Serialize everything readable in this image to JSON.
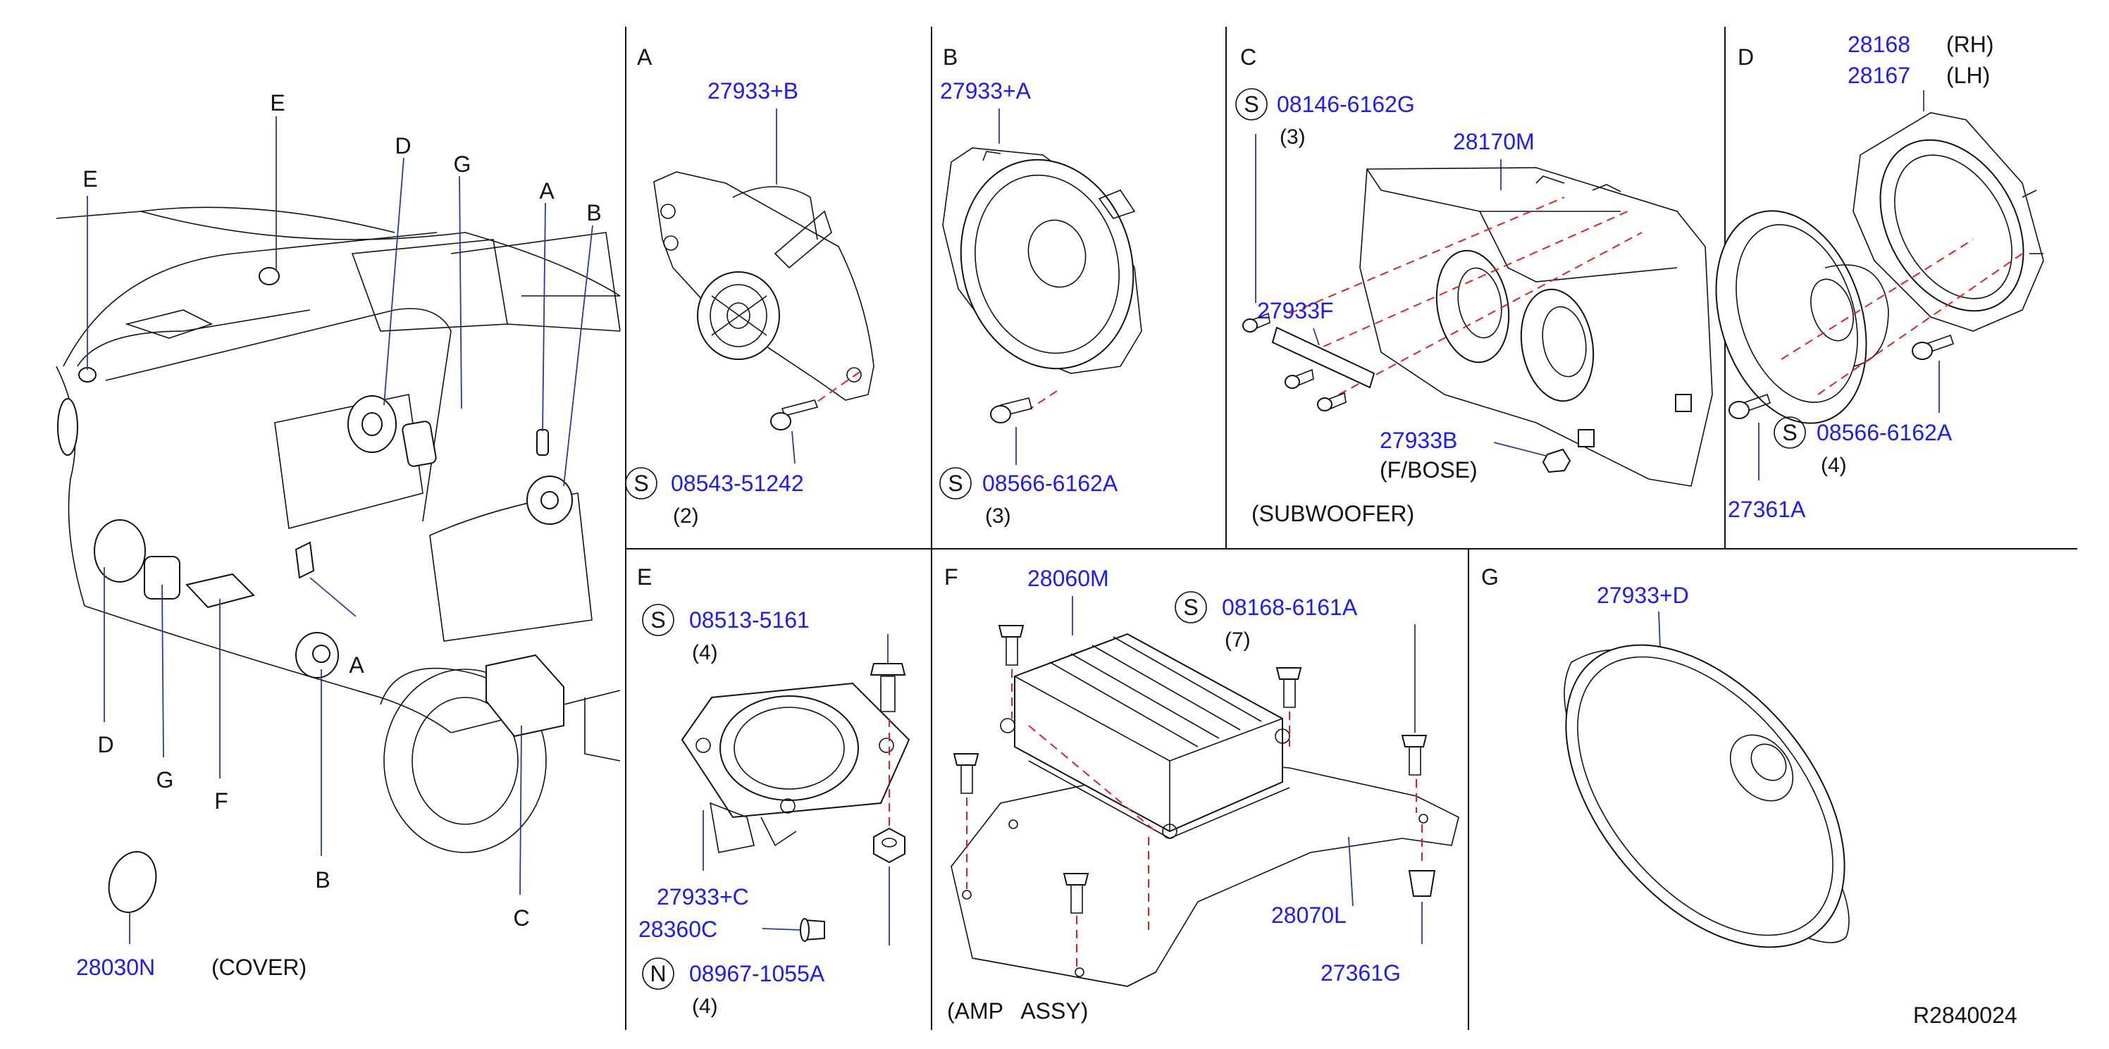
{
  "diagram_id": "R2840024",
  "cover_label": "(COVER)",
  "car_callouts": {
    "e_left": "E",
    "e_top": "E",
    "d_top": "D",
    "g_top": "G",
    "a_top": "A",
    "b_top": "B",
    "a_mid": "A",
    "d_bottom": "D",
    "g_bottom": "G",
    "f_bottom": "F",
    "b_bottom": "B",
    "c_bottom": "C",
    "cover_part": "28030N"
  },
  "sections": {
    "A": {
      "letter": "A",
      "part_top": "27933+B",
      "screw_symbol": "S",
      "screw_part": "08543-51242",
      "screw_qty": "(2)"
    },
    "B": {
      "letter": "B",
      "part_top": "27933+A",
      "screw_symbol": "S",
      "screw_part": "08566-6162A",
      "screw_qty": "(3)"
    },
    "C": {
      "letter": "C",
      "screw_symbol": "S",
      "screw_part": "08146-6162G",
      "screw_qty": "(3)",
      "box_part": "28170M",
      "bracket_part": "27933F",
      "nut_part": "27933B",
      "nut_note": "(F/BOSE)",
      "caption": "(SUBWOOFER)"
    },
    "D": {
      "letter": "D",
      "part_rh": "28168",
      "rh": "(RH)",
      "part_lh": "28167",
      "lh": "(LH)",
      "screw_symbol": "S",
      "screw_part": "08566-6162A",
      "screw_qty": "(4)",
      "spacer_part": "27361A"
    },
    "E": {
      "letter": "E",
      "screw_symbol": "S",
      "screw_part": "08513-5161",
      "screw_qty": "(4)",
      "speaker_part": "27933+C",
      "clip_part": "28360C",
      "nut_symbol": "N",
      "nut_part": "08967-1055A",
      "nut_qty": "(4)"
    },
    "F": {
      "letter": "F",
      "amp_part": "28060M",
      "screw_symbol": "S",
      "screw_part": "08168-6161A",
      "screw_qty": "(7)",
      "bracket_part": "28070L",
      "clip_part": "27361G",
      "caption": "(AMP   ASSY)"
    },
    "G": {
      "letter": "G",
      "part": "27933+D"
    }
  }
}
